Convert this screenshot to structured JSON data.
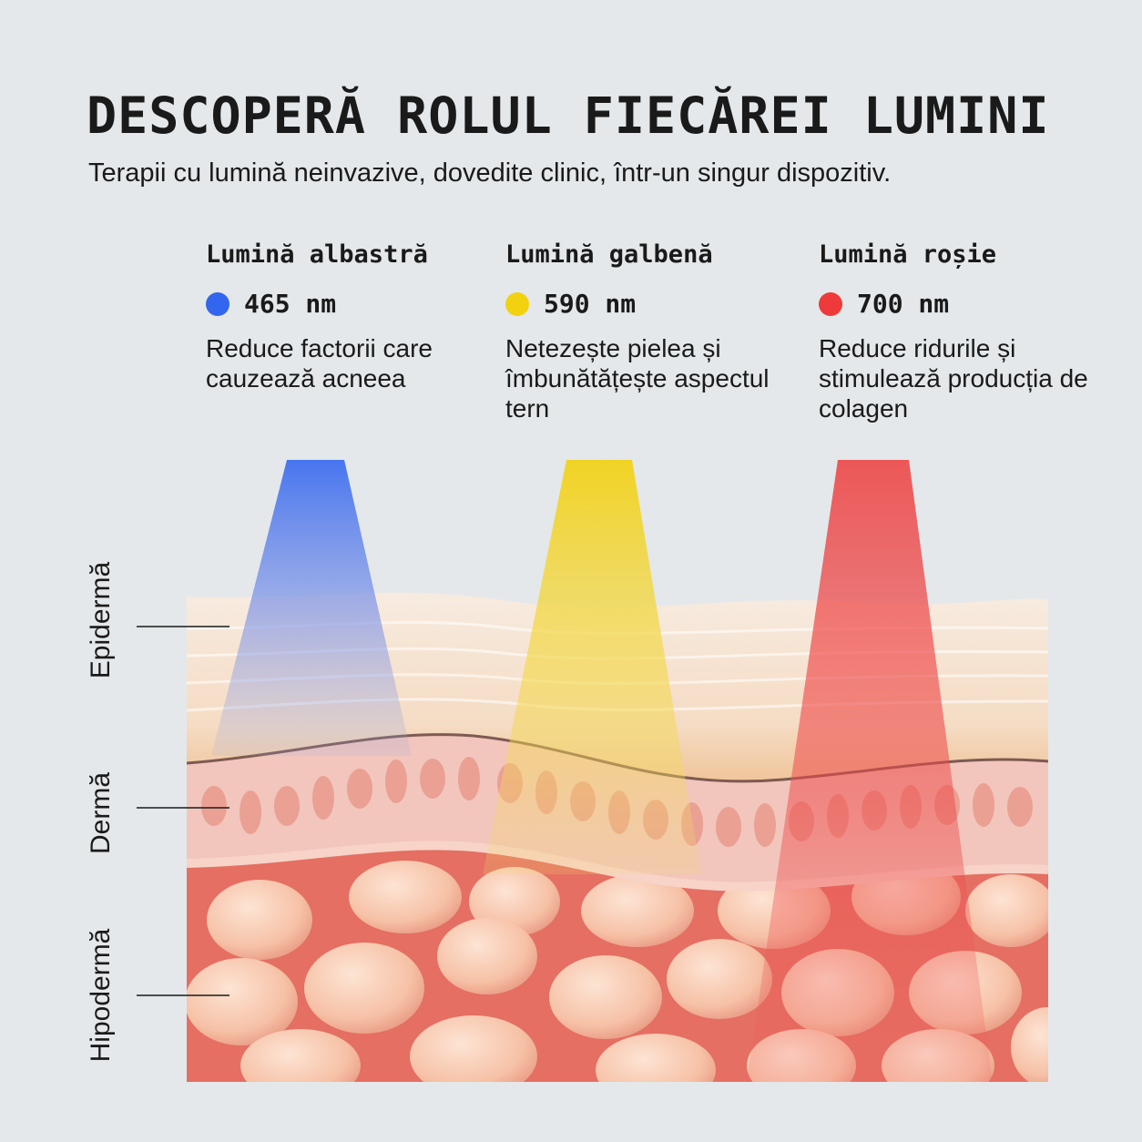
{
  "header": {
    "title": "DESCOPERĂ ROLUL FIECĂREI LUMINI",
    "subtitle": "Terapii cu lumină neinvazive, dovedite clinic, într-un singur dispozitiv."
  },
  "lights": [
    {
      "name": "Lumină albastră",
      "wavelength": "465 nm",
      "description": "Reduce factorii care cauzează acneea",
      "color": "#3366ee"
    },
    {
      "name": "Lumină galbenă",
      "wavelength": "590 nm",
      "description": "Netezește pielea și îmbunătățește aspectul tern",
      "color": "#f2d20f"
    },
    {
      "name": "Lumină roșie",
      "wavelength": "700 nm",
      "description": "Reduce ridurile și stimulează producția de colagen",
      "color": "#ee3a3a"
    }
  ],
  "layers": {
    "epidermis": "Epidermă",
    "dermis": "Dermă",
    "hypodermis": "Hipodermă"
  },
  "colors": {
    "background": "#e4e8ea",
    "epidermis": "#f5dcc6",
    "dermis": "#f3c6bc",
    "fat_cell": "#f7c3aa",
    "tissue_bg": "#e9766a"
  }
}
